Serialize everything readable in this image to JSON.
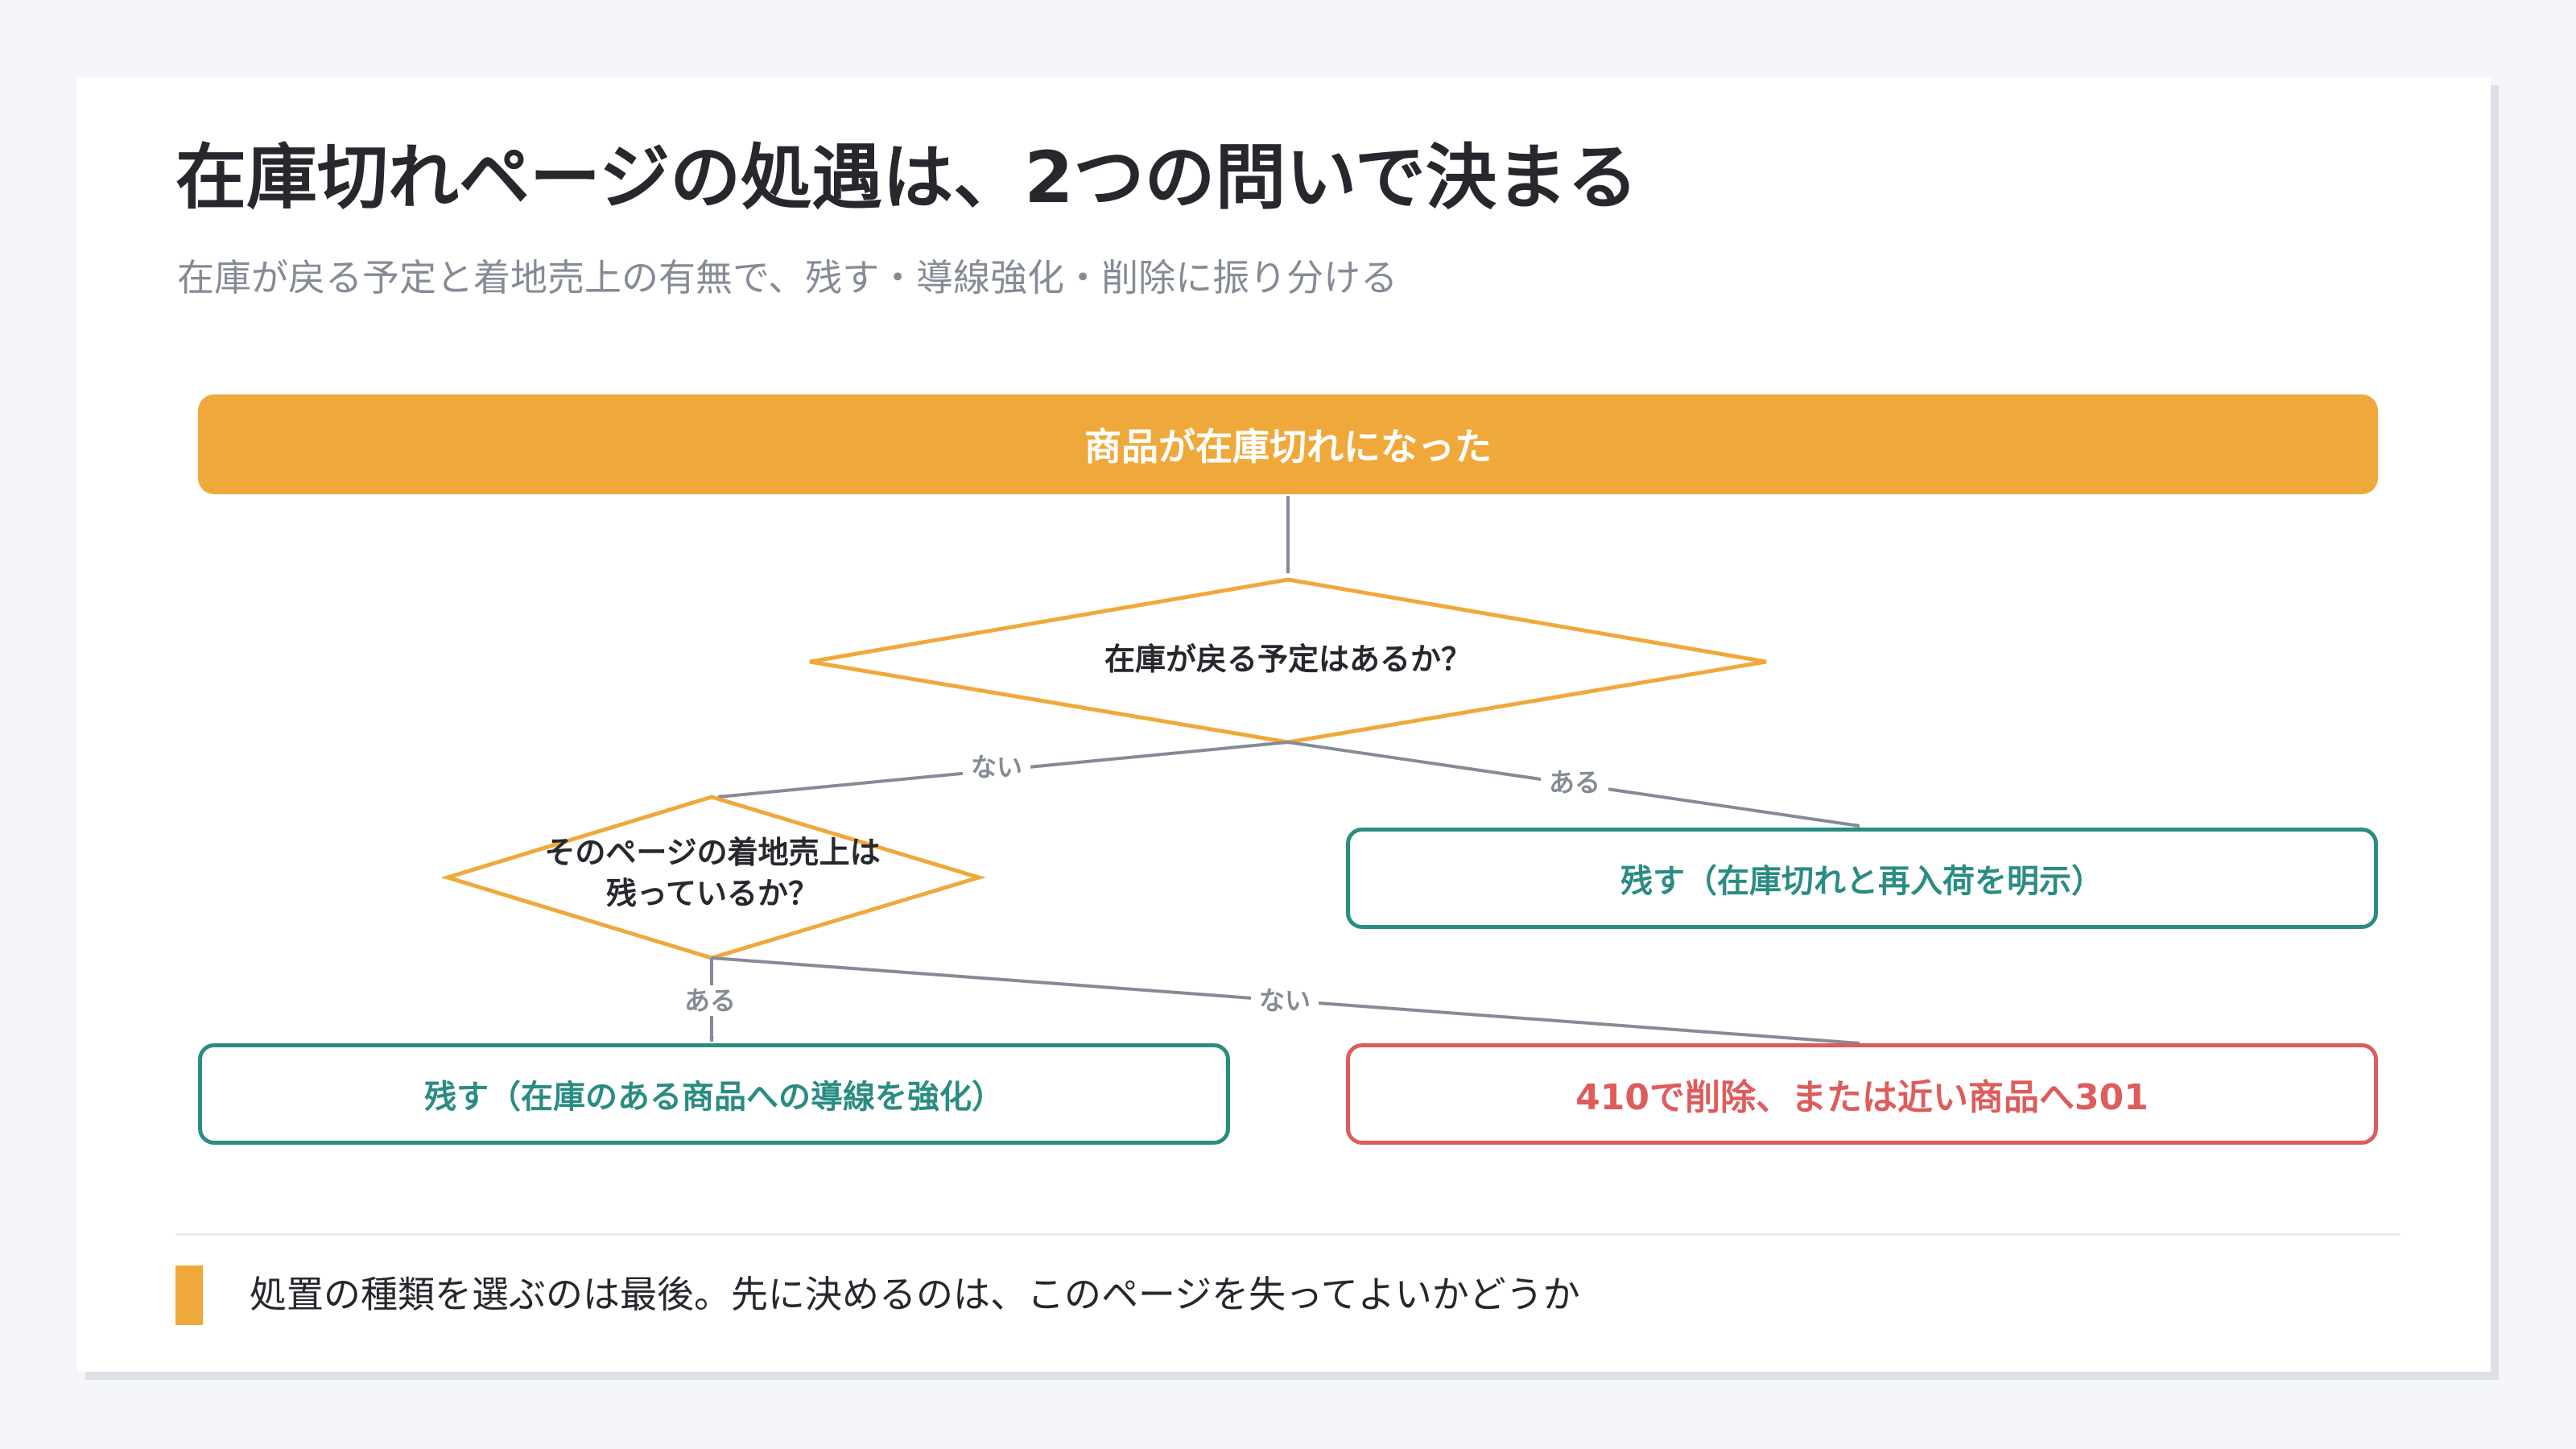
{
  "header": {
    "title": "在庫切れページの処遇は、2つの問いで決まる",
    "subtitle": "在庫が戻る予定と着地売上の有無で、残す・導線強化・削除に振り分ける"
  },
  "flowchart": {
    "start": "商品が在庫切れになった",
    "question1": "在庫が戻る予定はあるか？",
    "question2_line1": "そのページの着地売上は",
    "question2_line2": "残っているか？",
    "edge_q1_no": "ない",
    "edge_q1_yes": "ある",
    "edge_q2_yes": "ある",
    "edge_q2_no": "ない",
    "outcome_keep_notice": "残す（在庫切れと再入荷を明示）",
    "outcome_keep_strengthen": "残す（在庫のある商品への導線を強化）",
    "outcome_delete": "410で削除、または近い商品へ301"
  },
  "footer": {
    "note": "処置の種類を選ぶのは最後。先に決めるのは、このページを失ってよいかどうか"
  },
  "colors": {
    "accent": "#efa93b",
    "keep": "#2a8c82",
    "delete": "#de5c5b",
    "connector": "#858b96"
  }
}
